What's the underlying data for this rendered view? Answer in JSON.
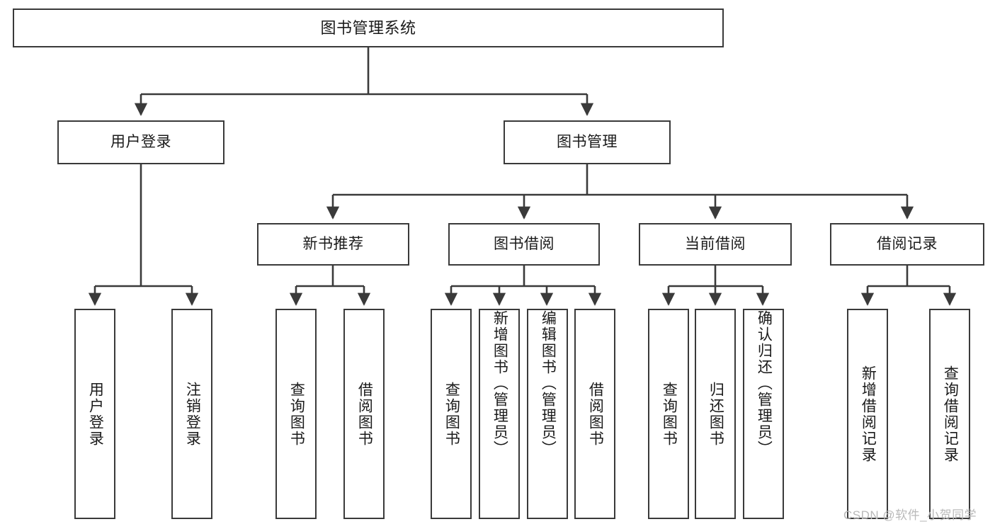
{
  "diagram": {
    "title": "图书管理系统",
    "type": "tree-hierarchy",
    "root": {
      "id": "root",
      "label": "图书管理系统"
    },
    "level2": [
      {
        "id": "user-login",
        "label": "用户登录"
      },
      {
        "id": "book-manage",
        "label": "图书管理"
      }
    ],
    "level3": [
      {
        "id": "new-book-rec",
        "label": "新书推荐",
        "parent": "book-manage"
      },
      {
        "id": "book-borrow",
        "label": "图书借阅",
        "parent": "book-manage"
      },
      {
        "id": "current-borrow",
        "label": "当前借阅",
        "parent": "book-manage"
      },
      {
        "id": "borrow-record",
        "label": "借阅记录",
        "parent": "book-manage"
      }
    ],
    "leaves": [
      {
        "id": "leaf-user-login",
        "label": "用户登录",
        "parent": "user-login"
      },
      {
        "id": "leaf-logout",
        "label": "注销登录",
        "parent": "user-login"
      },
      {
        "id": "leaf-query-book-1",
        "label": "查询图书",
        "parent": "new-book-rec"
      },
      {
        "id": "leaf-borrow-book-1",
        "label": "借阅图书",
        "parent": "new-book-rec"
      },
      {
        "id": "leaf-query-book-2",
        "label": "查询图书",
        "parent": "book-borrow"
      },
      {
        "id": "leaf-add-book",
        "label": "新增图书（管理员）",
        "parent": "book-borrow"
      },
      {
        "id": "leaf-edit-book",
        "label": "编辑图书（管理员）",
        "parent": "book-borrow"
      },
      {
        "id": "leaf-borrow-book-2",
        "label": "借阅图书",
        "parent": "book-borrow"
      },
      {
        "id": "leaf-query-book-3",
        "label": "查询图书",
        "parent": "current-borrow"
      },
      {
        "id": "leaf-return-book",
        "label": "归还图书",
        "parent": "current-borrow"
      },
      {
        "id": "leaf-confirm-return",
        "label": "确认归还（管理员）",
        "parent": "current-borrow"
      },
      {
        "id": "leaf-add-record",
        "label": "新增借阅记录",
        "parent": "borrow-record"
      },
      {
        "id": "leaf-query-record",
        "label": "查询借阅记录",
        "parent": "borrow-record"
      }
    ],
    "colors": {
      "stroke": "#3a3a3a",
      "background": "#ffffff",
      "text": "#1a1a1a",
      "watermark": "#b9b9b9"
    }
  },
  "watermark": {
    "text": "CSDN @软件_小贺同学"
  }
}
